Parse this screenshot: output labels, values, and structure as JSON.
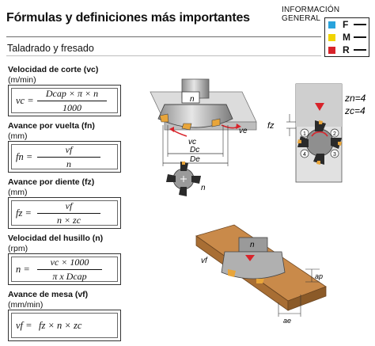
{
  "header": {
    "general_info": "INFORMACIÓN GENERAL",
    "title": "Fórmulas y definiciones más importantes",
    "subtitle": "Taladrado y fresado"
  },
  "legend": {
    "items": [
      {
        "letter": "F",
        "color": "#29a3dc"
      },
      {
        "letter": "M",
        "color": "#f1d400"
      },
      {
        "letter": "R",
        "color": "#d8232a"
      }
    ]
  },
  "formulas": [
    {
      "label": "Velocidad de corte (vc)",
      "unit": "(m/min)",
      "lhs": "vc =",
      "num": "Dcap × π × n",
      "den": "1000"
    },
    {
      "label": "Avance por vuelta (fn)",
      "unit": "(mm)",
      "lhs": "fn =",
      "num": "vf",
      "den": "n"
    },
    {
      "label": "Avance por diente (fz)",
      "unit": "(mm)",
      "lhs": "fz =",
      "num": "vf",
      "den": "n × zc"
    },
    {
      "label": "Velocidad del husillo (n)",
      "unit": "(rpm)",
      "lhs": "n =",
      "num": "vc × 1000",
      "den": "π x Dcap"
    },
    {
      "label": "Avance de mesa (vf)",
      "unit": "(mm/min)",
      "lhs": "vf =",
      "expr": "fz × n × zc"
    }
  ],
  "diagram": {
    "cutter_labels": {
      "n": "n",
      "ve": "ve",
      "vc": "vc",
      "dc": "Dc",
      "de": "De"
    },
    "small_cutter": {
      "n": "n"
    },
    "engagement": {
      "zn": "zn=4",
      "zc": "zc=4",
      "fz": "fz",
      "teeth": [
        "1",
        "2",
        "3",
        "4"
      ]
    },
    "workpiece": {
      "n": "n",
      "vf": "vf",
      "ap": "ap",
      "ae": "ae"
    }
  }
}
